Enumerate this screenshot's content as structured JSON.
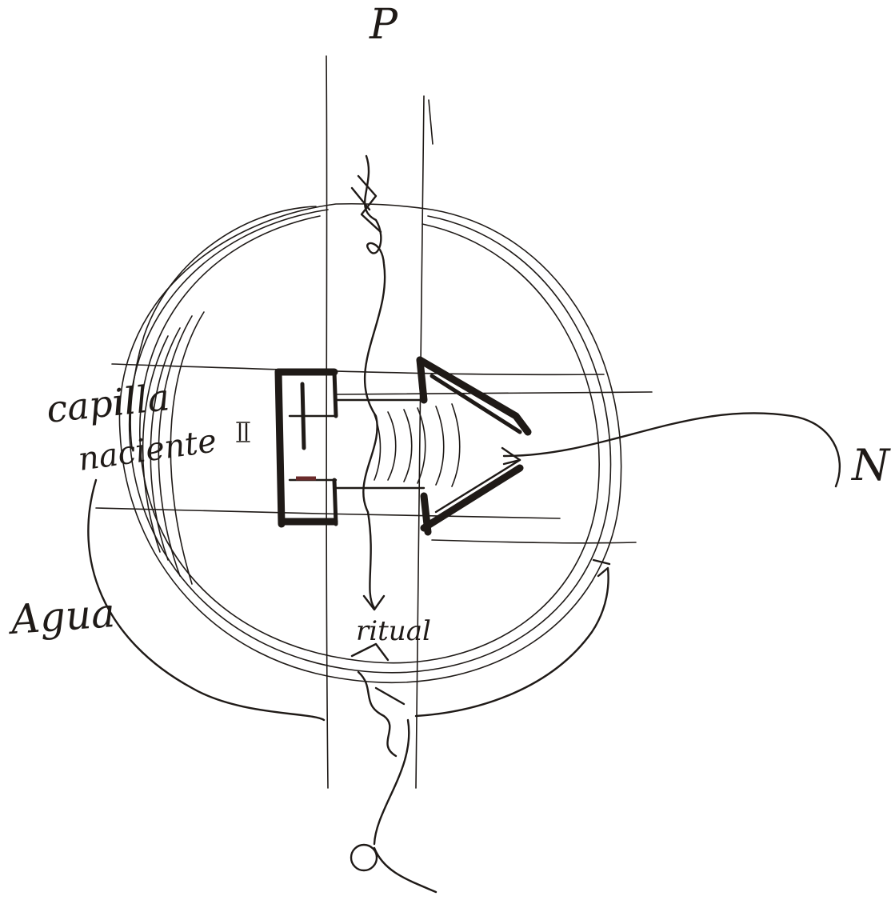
{
  "labels": {
    "top": "P",
    "right": "N",
    "left_top": "capilla",
    "left_mid": "naciente",
    "left_low": "Agua",
    "bottom": "ritual"
  },
  "colors": {
    "ink": "#1f1a17",
    "background": "#ffffff",
    "accent": "#6b2b2b"
  }
}
